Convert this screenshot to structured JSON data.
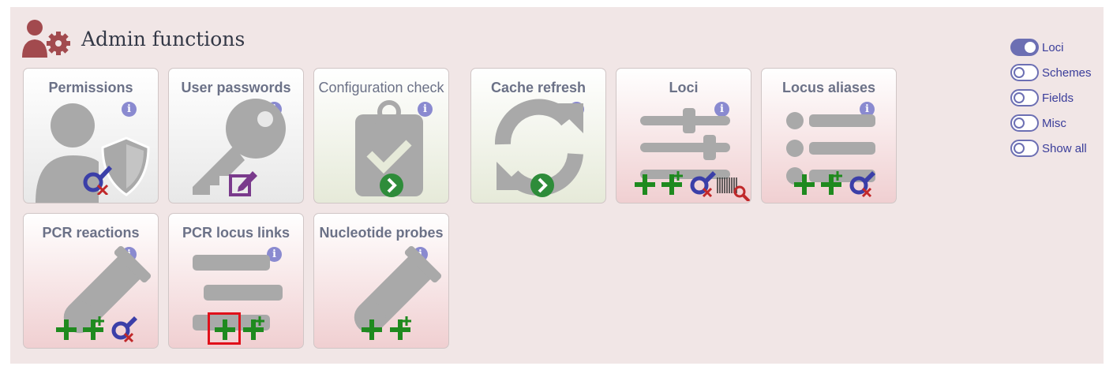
{
  "header": {
    "title": "Admin functions",
    "icon": "user-gear-icon"
  },
  "tiles": [
    {
      "title": "Permissions",
      "icon": "user-shield-icon"
    },
    {
      "title": "User passwords",
      "icon": "key-icon"
    },
    {
      "title": "Configuration check",
      "icon": "clipboard-check-icon"
    },
    {
      "title": "Cache refresh",
      "icon": "sync-icon"
    },
    {
      "title": "Loci",
      "icon": "sliders-icon"
    },
    {
      "title": "Locus aliases",
      "icon": "list-icon"
    },
    {
      "title": "PCR reactions",
      "icon": "test-tube-icon"
    },
    {
      "title": "PCR locus links",
      "icon": "align-lines-icon"
    },
    {
      "title": "Nucleotide probes",
      "icon": "test-tube-icon"
    }
  ],
  "info_glyph": "i",
  "toggles": [
    {
      "label": "Loci",
      "on": true
    },
    {
      "label": "Schemes",
      "on": false
    },
    {
      "label": "Fields",
      "on": false
    },
    {
      "label": "Misc",
      "on": false
    },
    {
      "label": "Show all",
      "on": false
    }
  ],
  "colors": {
    "add": "#1f8a1f",
    "query": "#3b3fa8",
    "delete": "#c0282a",
    "go": "#2e8c3a",
    "edit": "#7a3a8c",
    "icon_grey": "#a9a9a9",
    "highlight": "#e0101a"
  }
}
